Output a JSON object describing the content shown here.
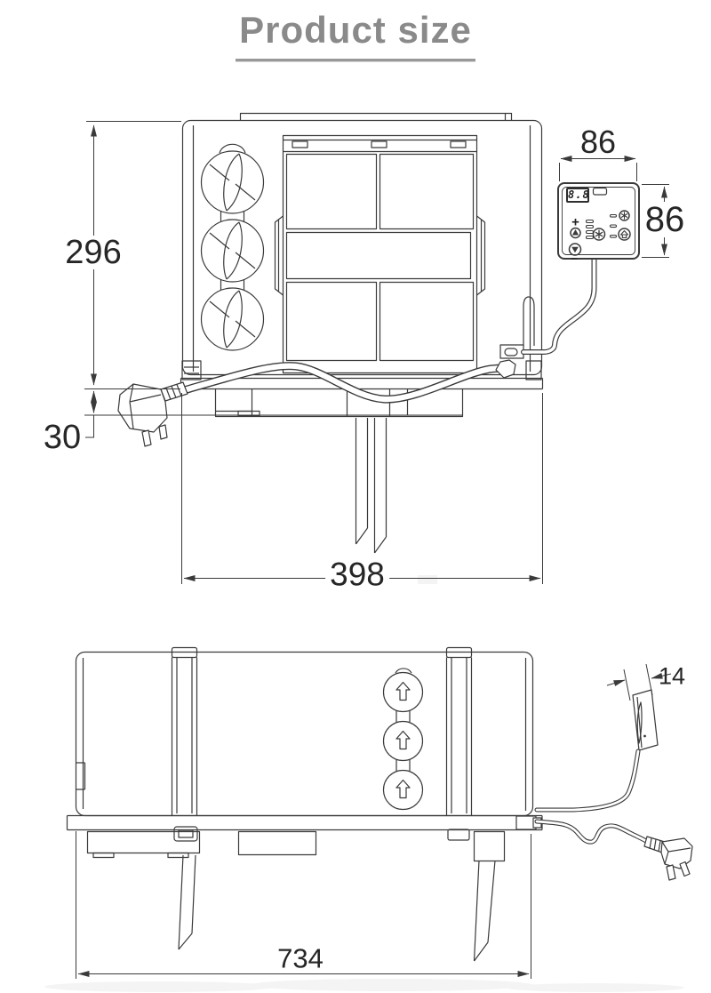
{
  "page": {
    "title": "Product size"
  },
  "front_view": {
    "dim_height": "296",
    "dim_foot_height": "30",
    "dim_width": "398"
  },
  "controller": {
    "dim_width": "86",
    "dim_height": "86",
    "display_value": "8.8",
    "plus_label": "+",
    "minus_label": "−"
  },
  "side_view": {
    "dim_length": "734",
    "dim_controller_thickness": "14"
  },
  "colors": {
    "line": "#3a3a3a",
    "title_text": "#8a8a8a",
    "dim_text": "#262626"
  }
}
